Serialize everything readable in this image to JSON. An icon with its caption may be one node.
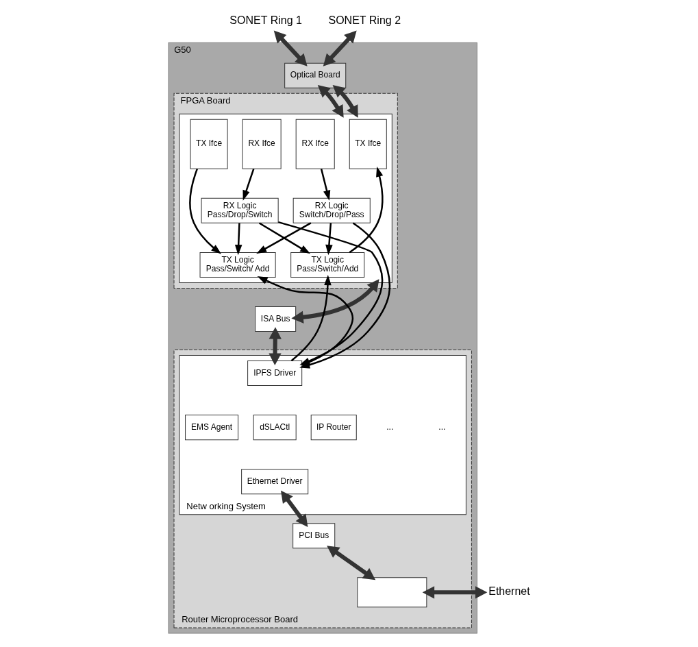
{
  "diagram": {
    "nodes": [
      {
        "text": [
          "SONET Ring 1"
        ]
      },
      {
        "text": [
          "SONET Ring 2"
        ]
      },
      {
        "text": [
          "G50"
        ]
      },
      {
        "text": [
          "Optical Board"
        ],
        "in": 2
      },
      {
        "text": [
          "FPGA Board"
        ],
        "in": 2
      },
      {
        "text": [],
        "shape": "box",
        "in": 4
      },
      {
        "text": [
          "TX Ifce"
        ],
        "in": 5
      },
      {
        "text": [
          "RX Ifce"
        ],
        "in": 5
      },
      {
        "text": [
          "RX Ifce"
        ],
        "in": 5
      },
      {
        "text": [
          "TX Ifce"
        ],
        "in": 5
      },
      {
        "text": [
          "RX Logic",
          "Pass/Drop/Switch"
        ],
        "in": 5
      },
      {
        "text": [
          "RX Logic",
          "Switch/Drop/Pass"
        ],
        "in": 5
      },
      {
        "text": [
          "TX Logic",
          "Pass/Switch/Add"
        ],
        "in": 5
      },
      {
        "text": [
          "TX Logic",
          "Pass/Switch/ Add"
        ],
        "in": 5
      },
      {
        "text": [
          "ISA Bus"
        ],
        "in": 2
      },
      {
        "text": [
          "Router Microprocessor Board"
        ],
        "in": 2
      },
      {
        "text": [
          "Netw orking System"
        ],
        "in": 15
      },
      {
        "text": [
          "IPFS Driver"
        ],
        "in": 16
      },
      {
        "text": [
          "EMS Agent"
        ],
        "in": 16
      },
      {
        "text": [
          "IP Router"
        ],
        "in": 16
      },
      {
        "text": [
          "dSLACtl"
        ],
        "in": 16
      },
      {
        "text": [
          "Ethernet Driver"
        ],
        "in": 16
      },
      {
        "text": [
          "PCI Bus"
        ],
        "in": 15
      },
      {
        "text": [],
        "shape": "box",
        "in": 15
      },
      {
        "text": [
          "Ethernet"
        ]
      }
    ],
    "edges": [
      {
        "from": 0,
        "to": 3,
        "arrow": "both",
        "style": "thick",
        "color": "#333333"
      },
      {
        "from": 1,
        "to": 3,
        "arrow": "both",
        "style": "thick",
        "color": "#333333"
      },
      {
        "from": 3,
        "to": 5,
        "arrow": "both",
        "style": "thick",
        "color": "#333333"
      },
      {
        "from": 3,
        "to": 5,
        "arrow": "both",
        "style": "thick",
        "color": "#333333"
      },
      {
        "from": 7,
        "to": 10,
        "arrow": "to"
      },
      {
        "from": 8,
        "to": 11,
        "arrow": "to"
      },
      {
        "from": 12,
        "to": 6,
        "arrow": "to"
      },
      {
        "from": 9,
        "to": 13,
        "arrow": "to"
      },
      {
        "from": 10,
        "to": 12,
        "arrow": "to"
      },
      {
        "from": 10,
        "to": 13,
        "arrow": "to"
      },
      {
        "from": 11,
        "to": 12,
        "arrow": "to"
      },
      {
        "from": 11,
        "to": 13,
        "arrow": "to"
      },
      {
        "from": 10,
        "to": 17,
        "arrow": "to"
      },
      {
        "from": 11,
        "to": 17,
        "arrow": "to"
      },
      {
        "from": 17,
        "to": 12,
        "arrow": "to"
      },
      {
        "from": 17,
        "to": 13,
        "arrow": "to"
      },
      {
        "from": 5,
        "to": 14,
        "arrow": "both",
        "style": "thick",
        "color": "#333333"
      },
      {
        "from": 14,
        "to": 17,
        "arrow": "both",
        "style": "thick",
        "color": "#333333"
      },
      {
        "from": 21,
        "to": 22,
        "arrow": "both",
        "style": "thick",
        "color": "#333333"
      },
      {
        "from": 22,
        "to": 23,
        "arrow": "both",
        "style": "thick",
        "color": "#333333"
      },
      {
        "from": 23,
        "to": 24,
        "arrow": "both",
        "style": "thick",
        "color": "#333333"
      }
    ],
    "labels": [
      "...",
      "..."
    ]
  }
}
